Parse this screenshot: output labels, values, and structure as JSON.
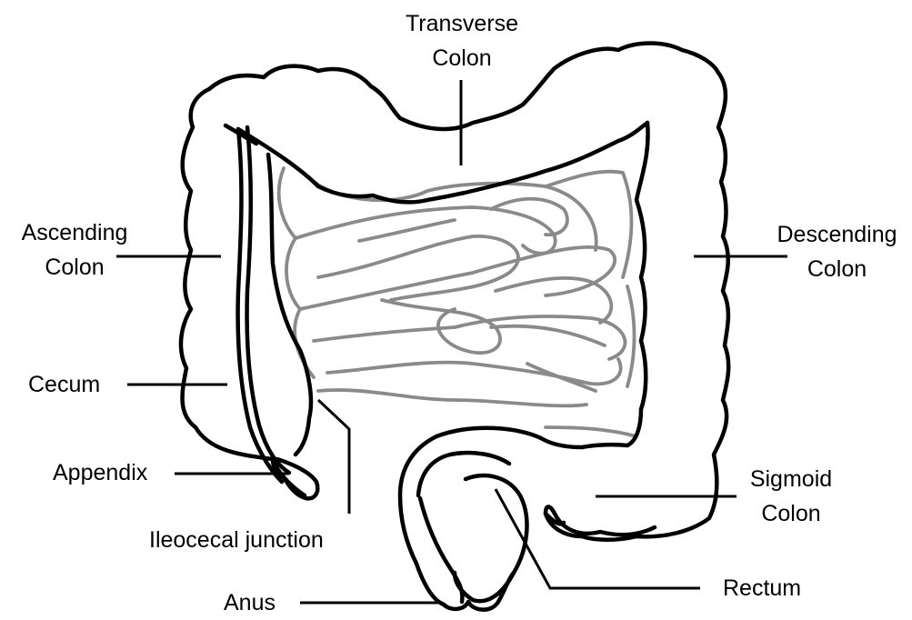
{
  "labels": {
    "transverse_colon": [
      "Transverse",
      "Colon"
    ],
    "ascending_colon": [
      "Ascending",
      "Colon"
    ],
    "descending_colon": [
      "Descending",
      "Colon"
    ],
    "cecum": "Cecum",
    "appendix": "Appendix",
    "ileocecal_junction": "Ileocecal junction",
    "sigmoid_colon": [
      "Sigmoid",
      "Colon"
    ],
    "rectum": "Rectum",
    "anus": "Anus"
  },
  "colors": {
    "outline": "#000000",
    "small_intestine": "#8a8a8a",
    "background": "#ffffff"
  }
}
